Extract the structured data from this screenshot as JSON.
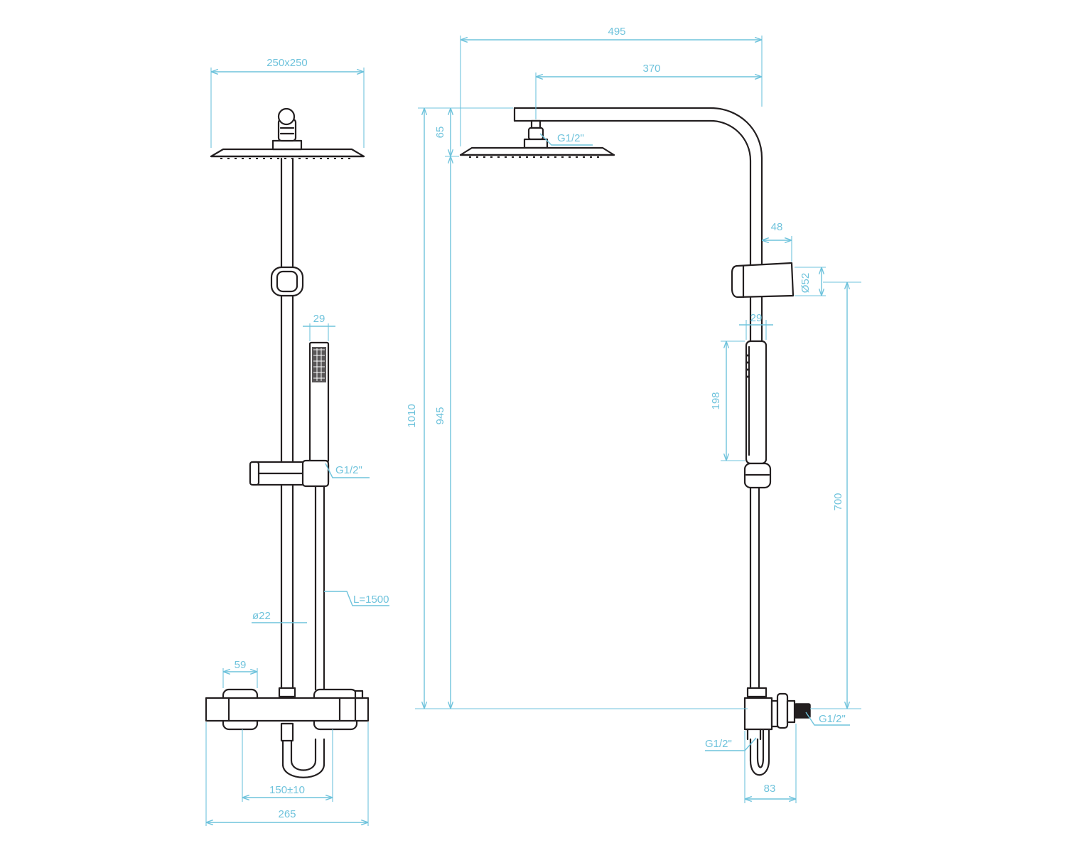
{
  "colors": {
    "outline": "#231f20",
    "dimension": "#6fc3dc",
    "background": "#ffffff"
  },
  "front_view": {
    "head_size": "250x250",
    "hand_shower_width": "29",
    "outlet_thread": "G1/2\"",
    "hose_length": "L=1500",
    "rail_diameter": "ø22",
    "handle_width": "59",
    "inlet_spacing": "150±10",
    "mixer_width": "265"
  },
  "side_view": {
    "total_projection": "495",
    "arm_length": "370",
    "head_offset": "65",
    "head_thread": "G1/2\"",
    "total_height": "1010",
    "head_height": "945",
    "holder_depth": "48",
    "holder_diameter": "Ø52",
    "hand_shower_width": "29",
    "hand_shower_length": "198",
    "holder_height": "700",
    "inlet_thread": "G1/2\"",
    "hose_thread": "G1/2\"",
    "base_depth": "83"
  }
}
